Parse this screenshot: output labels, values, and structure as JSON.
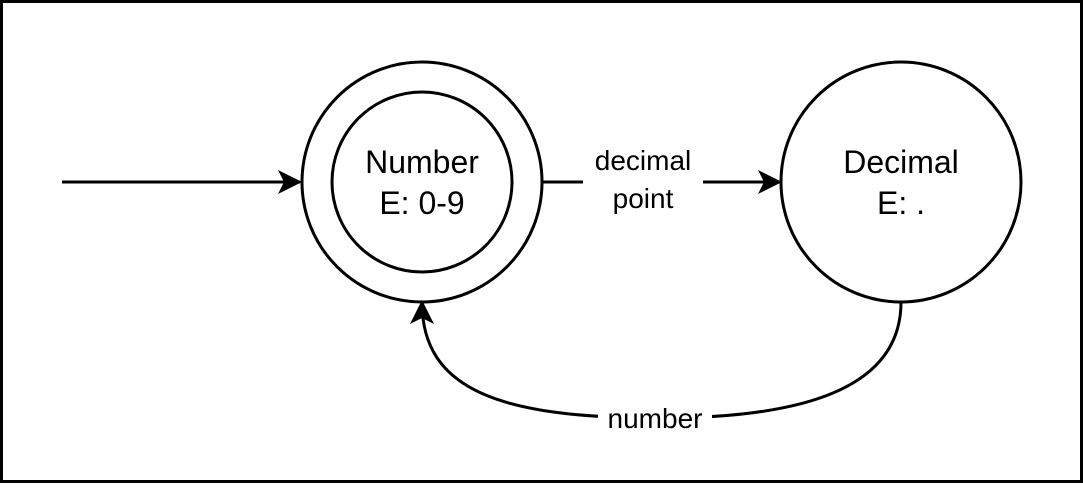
{
  "states": {
    "number": {
      "line1": "Number",
      "line2": "E: 0-9"
    },
    "decimal": {
      "line1": "Decimal",
      "line2": "E: ."
    }
  },
  "edges": {
    "number_to_decimal": {
      "line1": "decimal",
      "line2": "point"
    },
    "decimal_to_number": {
      "label": "number"
    }
  },
  "colors": {
    "stroke": "#000000",
    "background": "#ffffff"
  }
}
